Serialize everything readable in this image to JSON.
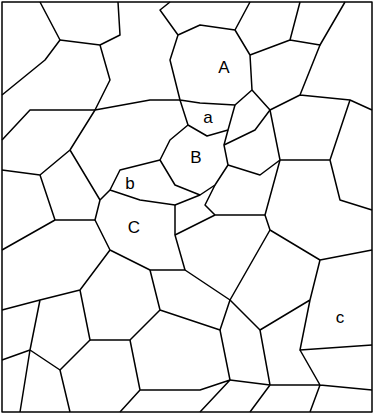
{
  "diagram": {
    "labels": [
      "A",
      "a",
      "B",
      "b",
      "C",
      "c"
    ]
  }
}
